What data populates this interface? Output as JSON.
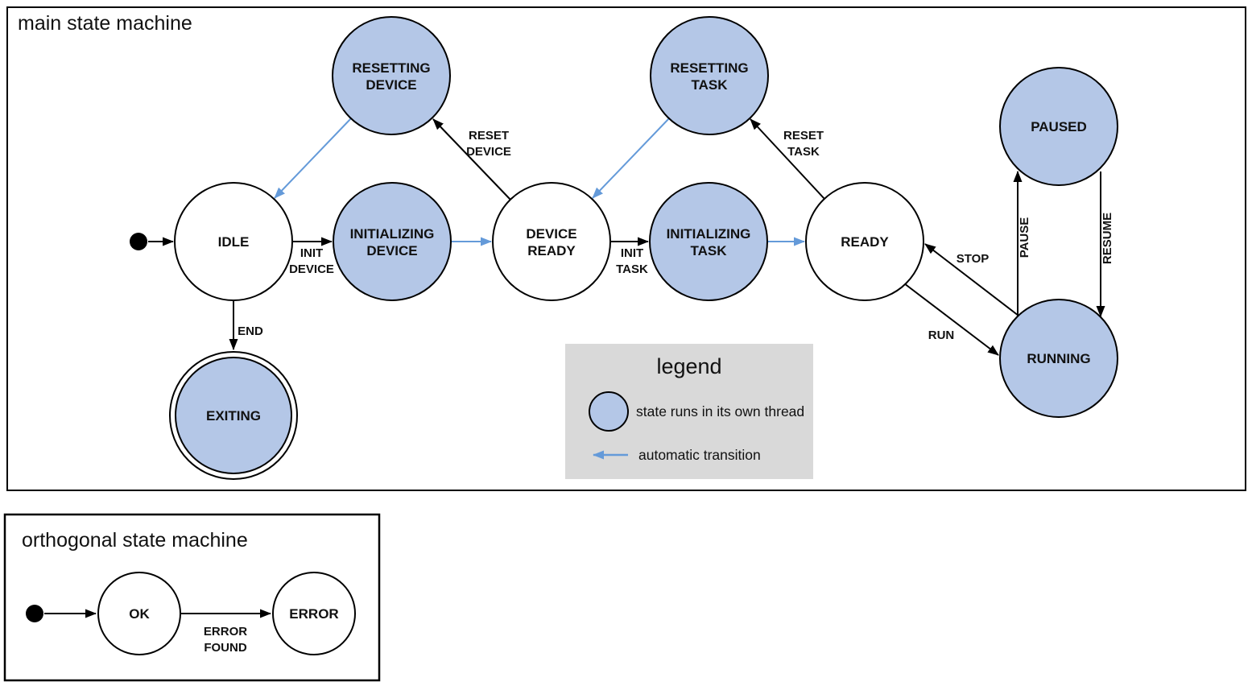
{
  "main": {
    "title": "main state machine",
    "states": {
      "idle": "IDLE",
      "initializing_device": [
        "INITIALIZING",
        "DEVICE"
      ],
      "device_ready": [
        "DEVICE",
        "READY"
      ],
      "initializing_task": [
        "INITIALIZING",
        "TASK"
      ],
      "ready": "READY",
      "resetting_device": [
        "RESETTING",
        "DEVICE"
      ],
      "resetting_task": [
        "RESETTING",
        "TASK"
      ],
      "paused": "PAUSED",
      "running": "RUNNING",
      "exiting": "EXITING"
    },
    "transitions": {
      "init_device": [
        "INIT",
        "DEVICE"
      ],
      "init_task": [
        "INIT",
        "TASK"
      ],
      "reset_device": [
        "RESET",
        "DEVICE"
      ],
      "reset_task": [
        "RESET",
        "TASK"
      ],
      "end": "END",
      "run": "RUN",
      "stop": "STOP",
      "pause": "PAUSE",
      "resume": "RESUME"
    }
  },
  "legend": {
    "title": "legend",
    "threaded_state_label": "state runs in its own thread",
    "automatic_transition_label": "automatic transition"
  },
  "orthogonal": {
    "title": "orthogonal state machine",
    "states": {
      "ok": "OK",
      "error": "ERROR"
    },
    "transitions": {
      "error_found": [
        "ERROR",
        "FOUND"
      ]
    }
  },
  "colors": {
    "threaded_state_fill": "#b4c7e7",
    "automatic_transition": "#649ad9",
    "line": "#000000",
    "legend_background": "#d9d9d9",
    "text": "#111111"
  }
}
